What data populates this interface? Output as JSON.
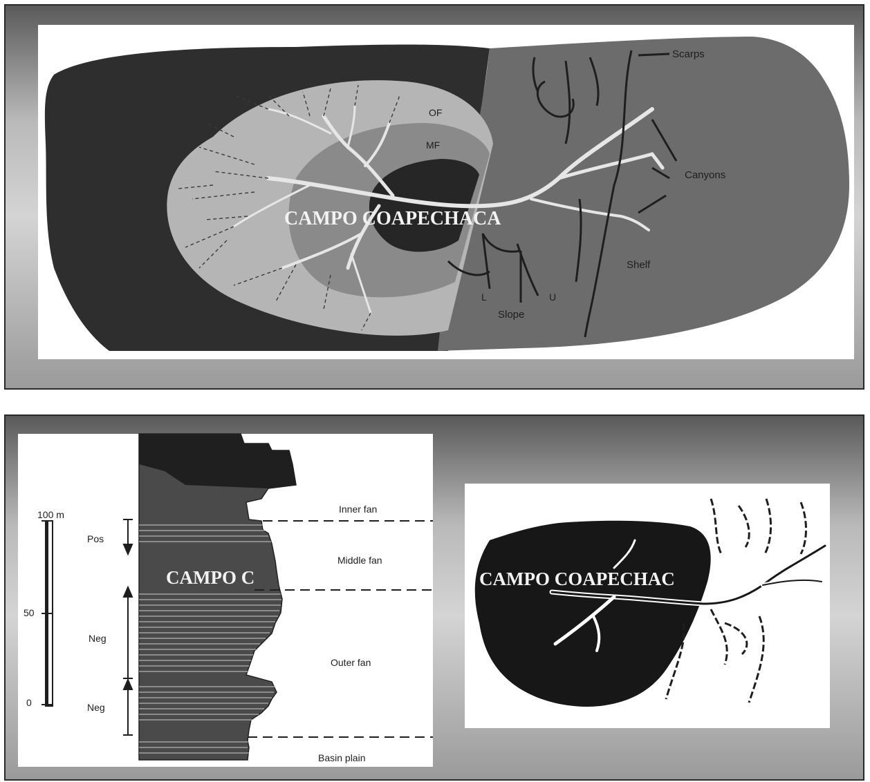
{
  "top_panel": {
    "labels": {
      "of": "OF",
      "mf": "MF",
      "scarps": "Scarps",
      "canyons": "Canyons",
      "shelf": "Shelf",
      "slope": "Slope",
      "l": "L",
      "u": "U"
    },
    "watermark": "CAMPO COAPECHACA"
  },
  "column": {
    "scale_title": "100 m",
    "scale_50": "50",
    "scale_0": "0",
    "pos": "Pos",
    "neg_upper": "Neg",
    "neg_lower": "Neg",
    "inner_fan": "Inner fan",
    "middle_fan": "Middle fan",
    "outer_fan": "Outer fan",
    "basin_plain": "Basin plain",
    "watermark": "CAMPO C"
  },
  "map_small": {
    "watermark": "CAMPO COAPECHAC"
  },
  "colors": {
    "deep_basin": "#2e2e2e",
    "fan_light": "#b5b5b5",
    "fan_mid": "#8a8a8a",
    "fan_inner": "#262626",
    "shelf": "#6c6c6c",
    "channel": "#e6e6e6"
  }
}
